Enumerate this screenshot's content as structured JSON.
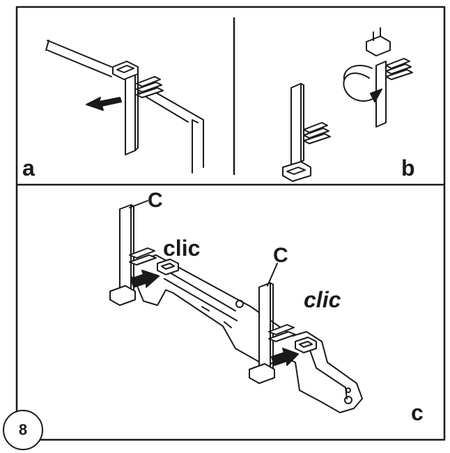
{
  "figure": {
    "panels": [
      {
        "id": "a",
        "letter": "a"
      },
      {
        "id": "b",
        "letter": "b"
      },
      {
        "id": "c",
        "letter": "c"
      }
    ],
    "callouts": {
      "upper_part": "C",
      "lower_part": "C",
      "click_left": "clic",
      "click_right": "clic"
    },
    "step_number": "8"
  }
}
